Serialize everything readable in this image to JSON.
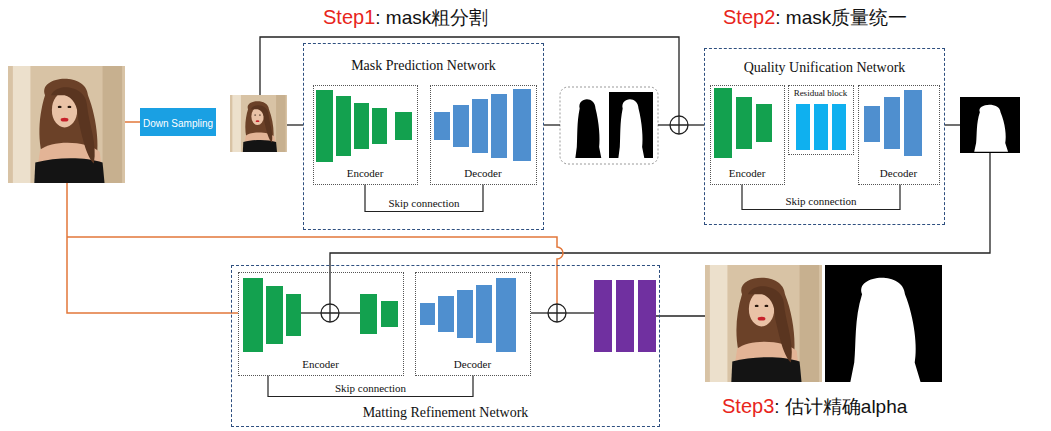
{
  "diagram": {
    "nodes": [
      {
        "text": [
          "Down Sampling"
        ]
      },
      {
        "text": [
          "Mask Prediction Network"
        ]
      },
      {
        "text": [
          "Encoder"
        ],
        "in": 1
      },
      {
        "text": [
          "Decoder"
        ],
        "in": 1
      },
      {
        "text": [
          "Quality Unification Network"
        ]
      },
      {
        "text": [
          "Encoder"
        ],
        "in": 4
      },
      {
        "text": [
          "Residual block"
        ],
        "in": 4
      },
      {
        "text": [
          "Decoder"
        ],
        "in": 4
      },
      {
        "text": [
          "Matting Refinement Network"
        ]
      },
      {
        "text": [
          "Encoder"
        ],
        "in": 8
      },
      {
        "text": [
          "Decoder"
        ],
        "in": 8
      }
    ],
    "edges": [
      {
        "from": 2,
        "to": 3,
        "label": "Skip connection",
        "arrow": "none"
      },
      {
        "from": 5,
        "to": 7,
        "label": "Skip connection",
        "arrow": "none"
      },
      {
        "from": 9,
        "to": 10,
        "label": "Skip connection",
        "arrow": "none"
      }
    ],
    "labels": [
      "Step1",
      ": mask粗分割",
      "Step2",
      ": mask质量统一",
      "Step3",
      ": 估计精确alpha"
    ]
  }
}
